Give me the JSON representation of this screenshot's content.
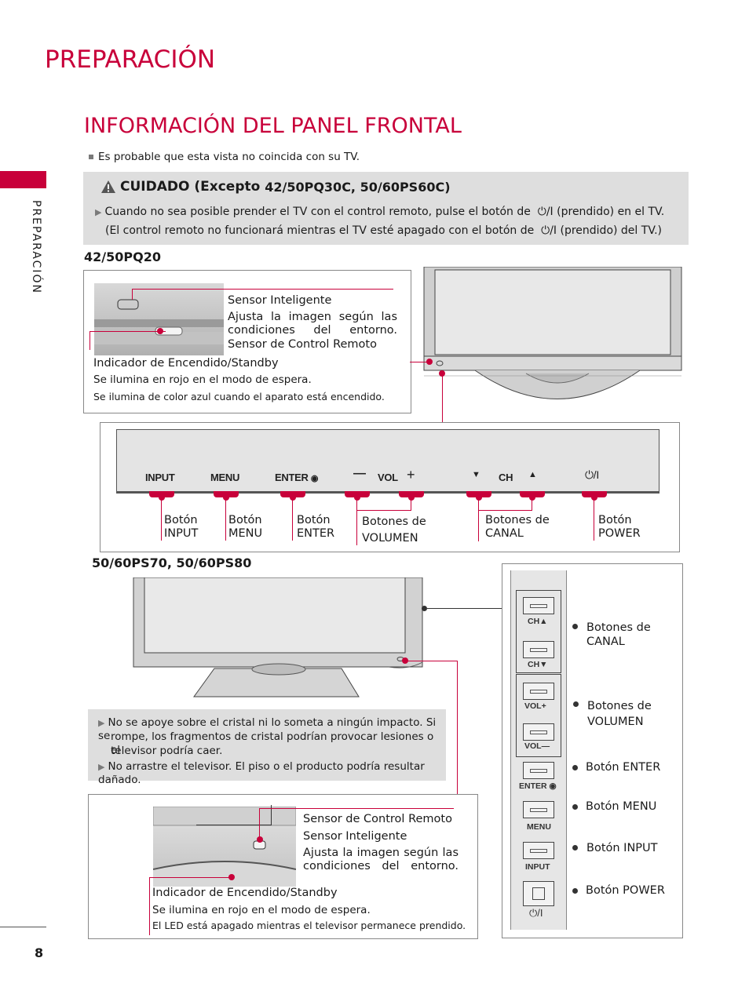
{
  "header": {
    "page_title": "PREPARACIÓN",
    "section_title": "INFORMACIÓN DEL PANEL FRONTAL",
    "side_tab": "PREPARACIÓN",
    "note": "Es probable que esta vista no coincida con su TV."
  },
  "caution": {
    "title_word": "CUIDADO",
    "title_rest": "(Excepto",
    "title_models": "42/50PQ30C, 50/60PS60C)",
    "line1_a": "Cuando no sea posible prender el TV con el control remoto, pulse el botón de",
    "line1_b": "(prendido) en el TV.",
    "line2_a": "(El control remoto no funcionará mientras el TV esté apagado con el botón de",
    "line2_b": "(prendido) del TV.)",
    "power_symbol": "⏻/I"
  },
  "model_a": {
    "name": "42/50PQ20",
    "sensor_title": "Sensor Inteligente",
    "sensor_desc": "Ajusta la imagen según las condiciones del entorno.",
    "remote_sensor": "Sensor de Control Remoto",
    "indicator_title": "Indicador de Encendido/Standby",
    "indicator_l1": "Se ilumina en rojo en el modo de espera.",
    "indicator_l2": "Se ilumina de color azul cuando el aparato está encendido."
  },
  "panel": {
    "input": "INPUT",
    "menu": "MENU",
    "enter": "ENTER",
    "vol": "VOL",
    "ch": "CH",
    "minus": "—",
    "plus": "+",
    "down": "▼",
    "up": "▲",
    "power": "⏻/I",
    "labels": {
      "input": [
        "Botón",
        "INPUT"
      ],
      "menu": [
        "Botón",
        "MENU"
      ],
      "enter": [
        "Botón",
        "ENTER"
      ],
      "vol": [
        "Botones de",
        "VOLUMEN"
      ],
      "ch": [
        "Botones de",
        "CANAL"
      ],
      "power": [
        "Botón",
        "POWER"
      ]
    }
  },
  "model_b": {
    "name": "50/60PS70, 50/60PS80",
    "warn1_l1": "No se apoye sobre el cristal ni lo someta a ningún impacto. Si se",
    "warn1_l2": "rompe, los fragmentos de cristal podrían provocar lesiones o el",
    "warn1_l3": "televisor podría caer.",
    "warn2": "No arrastre el televisor. El piso o el producto podría resultar dañado.",
    "remote_sensor": "Sensor de Control Remoto",
    "sensor_title": "Sensor Inteligente",
    "sensor_desc": "Ajusta la imagen según las condiciones del entorno.",
    "indicator_title": "Indicador de Encendido/Standby",
    "indicator_l1": "Se ilumina en rojo en el modo de espera.",
    "indicator_l2": "El LED está apagado mientras el televisor permanece prendido."
  },
  "side_panel": {
    "ch_up": "CH▲",
    "ch_down": "CH▼",
    "vol_up": "VOL+",
    "vol_down": "VOL—",
    "enter": "ENTER ◉",
    "menu": "MENU",
    "input": "INPUT",
    "power": "⏻/I",
    "labels": {
      "ch": [
        "Botones de",
        "CANAL"
      ],
      "vol": [
        "Botones de",
        "VOLUMEN"
      ],
      "enter": "Botón ENTER",
      "menu": "Botón MENU",
      "input": "Botón INPUT",
      "power": "Botón POWER"
    }
  },
  "footer": {
    "page_number": "8"
  },
  "colors": {
    "accent": "#c8003a",
    "panel_gray": "#dedede"
  }
}
